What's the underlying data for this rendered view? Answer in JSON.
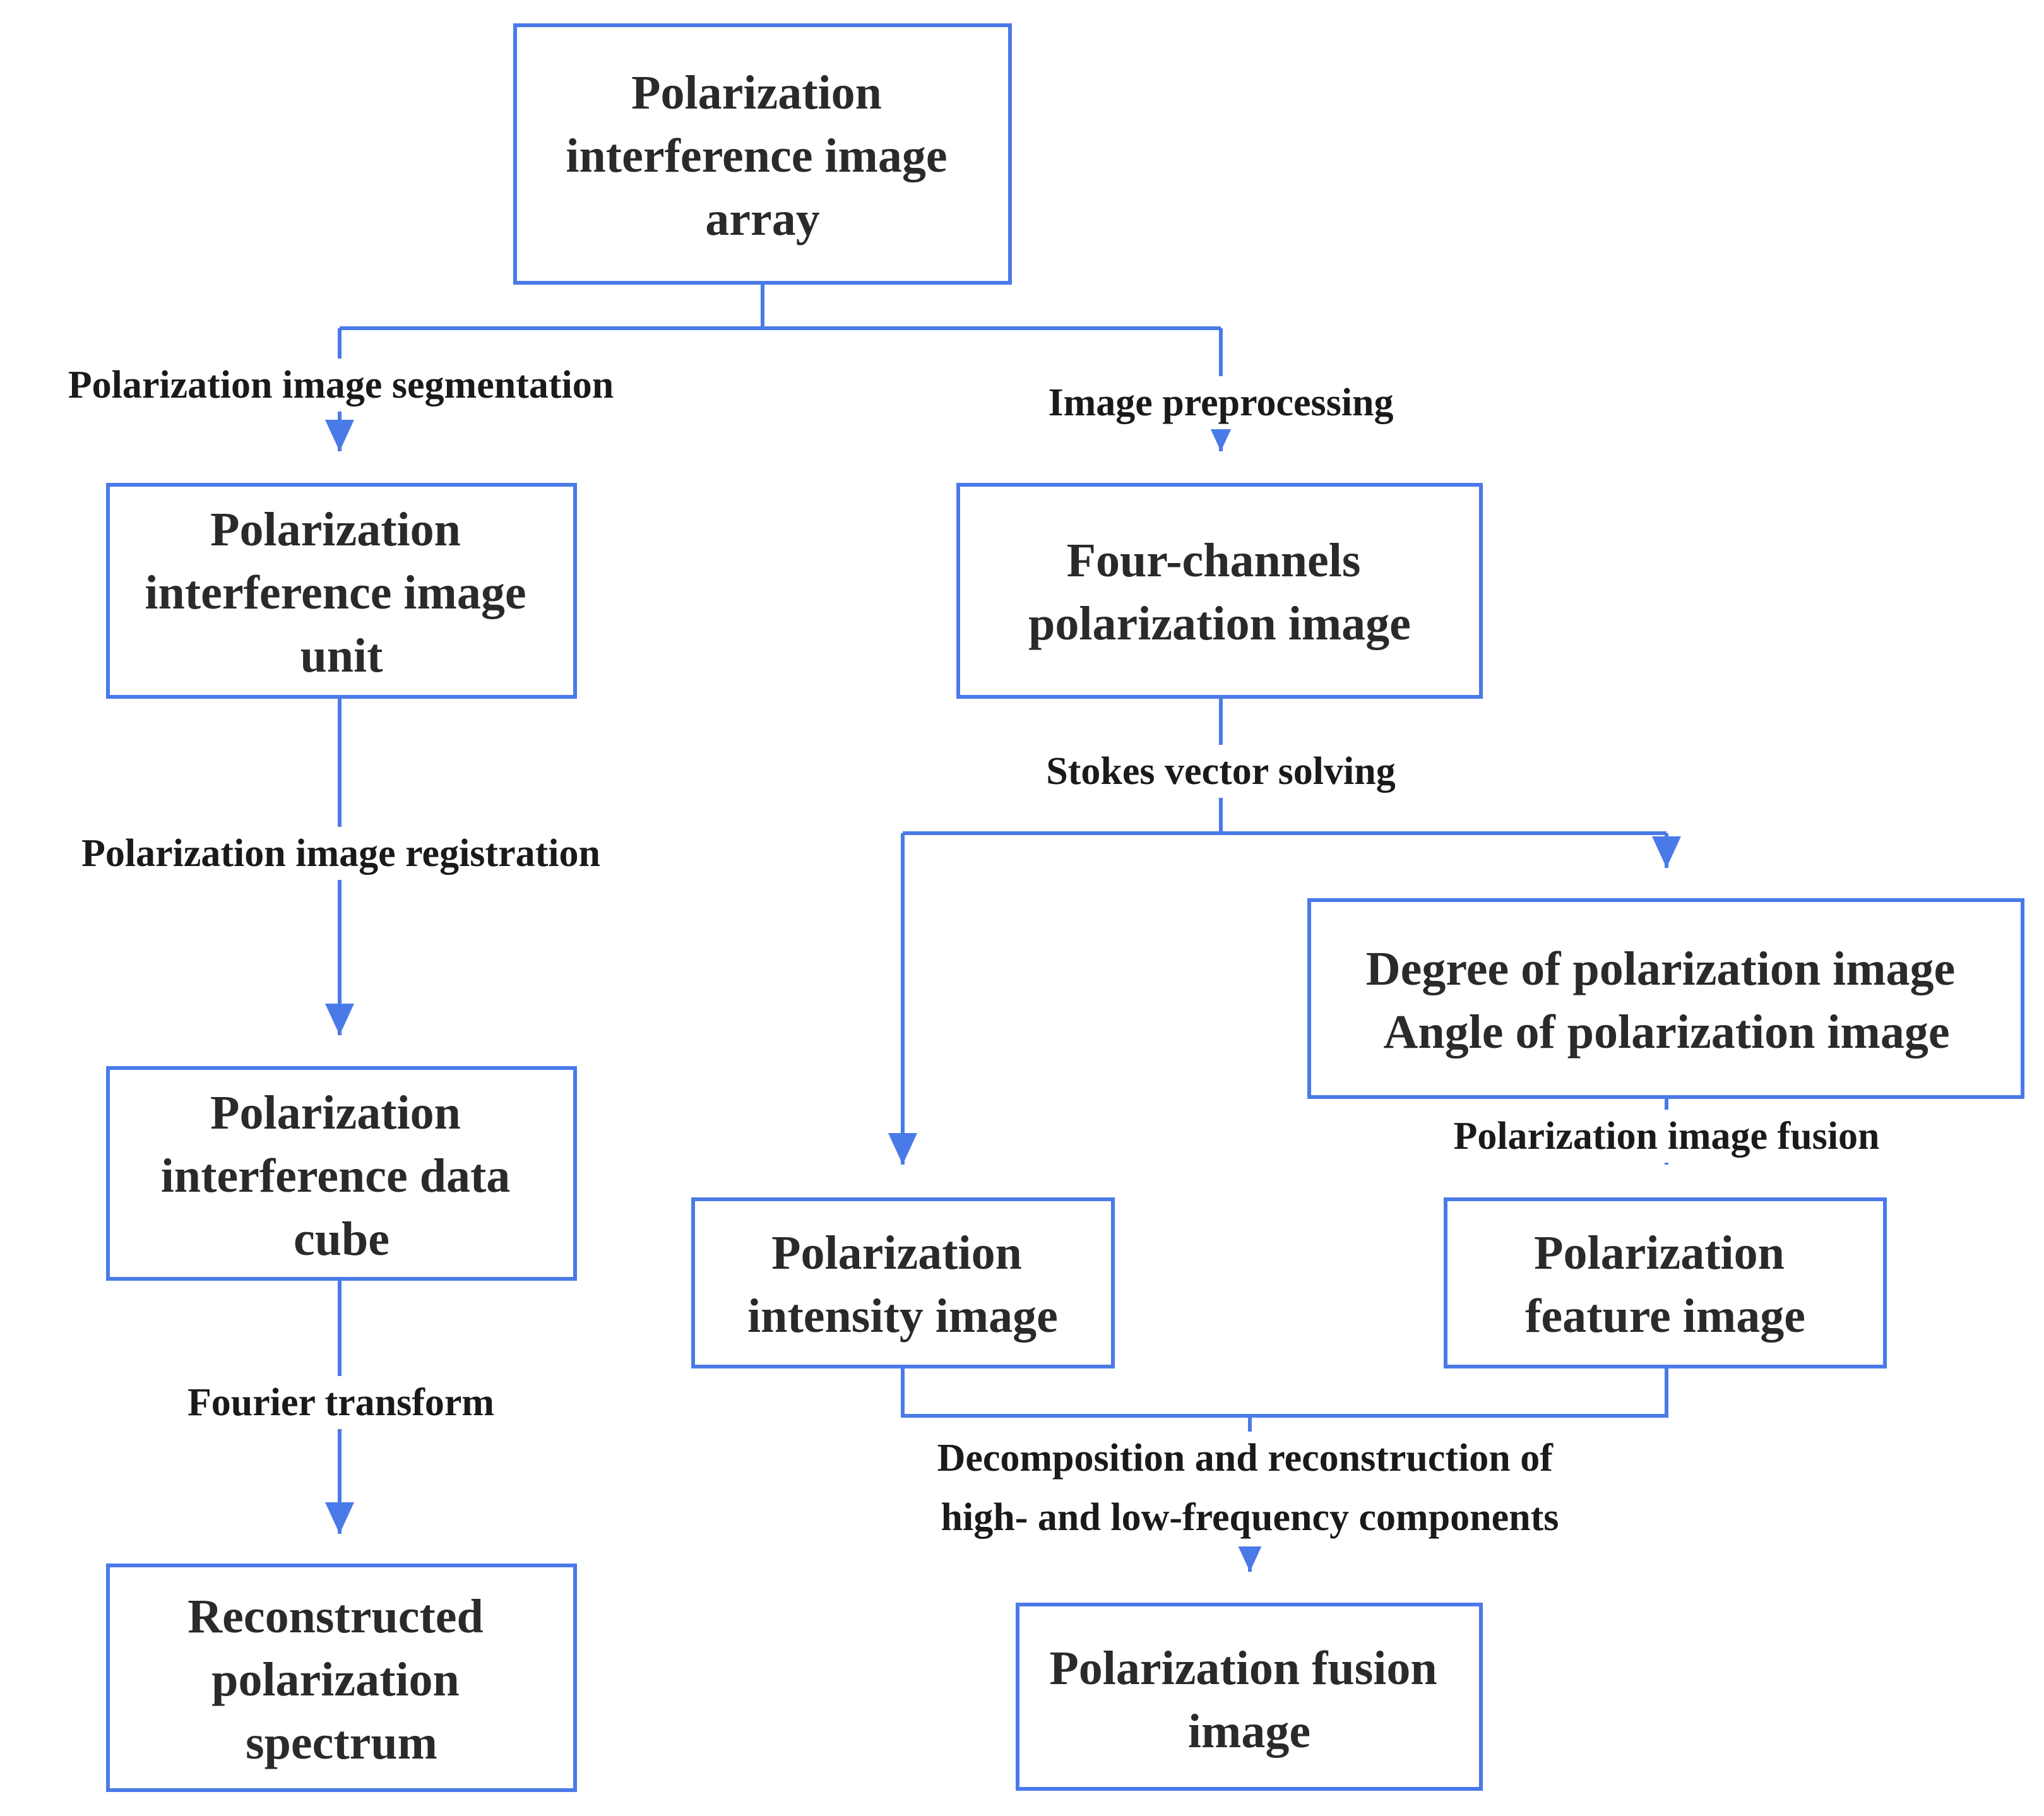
{
  "diagram": {
    "nodes": {
      "array": [
        "Polarization",
        "interference image",
        "array"
      ],
      "unit": [
        "Polarization",
        "interference image",
        "unit"
      ],
      "cube": [
        "Polarization",
        "interference data",
        "cube"
      ],
      "spectrum": [
        "Reconstructed",
        "polarization",
        "spectrum"
      ],
      "four_channel": [
        "Four-channels",
        "polarization image"
      ],
      "dop_aop": [
        "Degree of polarization image",
        "Angle of polarization image"
      ],
      "intensity": [
        "Polarization",
        "intensity image"
      ],
      "feature": [
        "Polarization",
        "feature image"
      ],
      "fusion": [
        "Polarization fusion",
        "image"
      ]
    },
    "edges": {
      "segmentation": [
        "Polarization image segmentation"
      ],
      "preprocessing": [
        "Image preprocessing"
      ],
      "registration": [
        "Polarization image registration"
      ],
      "fourier": [
        "Fourier transform"
      ],
      "stokes": [
        "Stokes vector solving"
      ],
      "fusion_step": [
        "Polarization image fusion"
      ],
      "decomposition": [
        "Decomposition and reconstruction of",
        "high- and low-frequency components"
      ]
    },
    "colors": {
      "box_border": "#4a7ae8",
      "connector": "#4a7ae8",
      "text": "#2a2a2a"
    }
  }
}
